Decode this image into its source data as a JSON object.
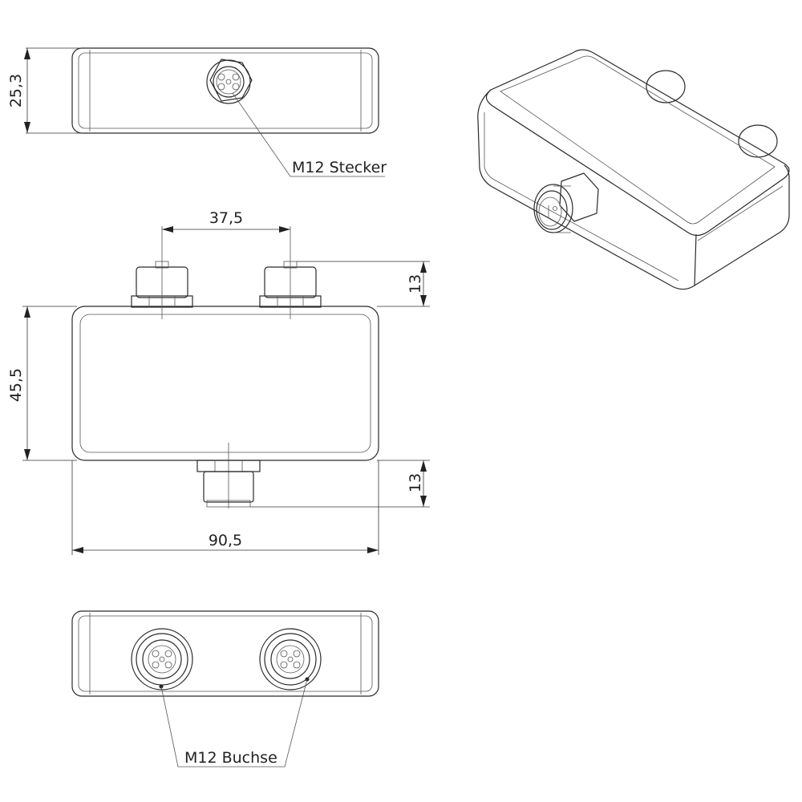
{
  "labels": {
    "height_top_view": "25,3",
    "connector_spacing": "37,5",
    "depth_front_view": "45,5",
    "connector_top_length": "13",
    "connector_bottom_length": "13",
    "width_total": "90,5",
    "plug_callout": "M12 Stecker",
    "socket_callout": "M12 Buchse"
  }
}
